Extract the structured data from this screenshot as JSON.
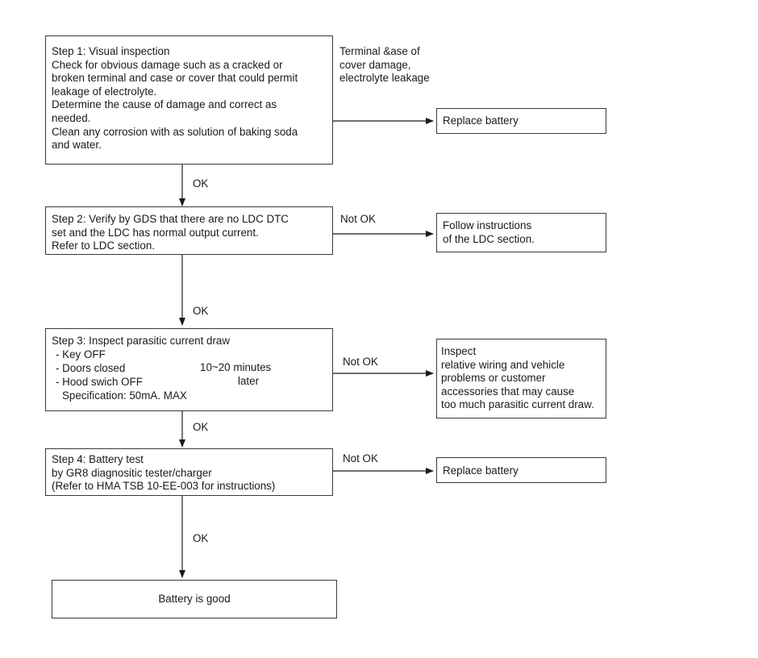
{
  "step1": {
    "lines": [
      "Step 1: Visual inspection",
      "Check for obvious damage such as a cracked or",
      "broken terminal and case or cover that could permit",
      "leakage of electrolyte.",
      "Determine the cause of damage and correct as",
      "needed.",
      "Clean any corrosion with as solution of baking soda",
      "and water."
    ],
    "side_label": [
      "Terminal  &ase of",
      "cover damage,",
      "electrolyte leakage"
    ],
    "result": "Replace battery",
    "down_label": "OK"
  },
  "step2": {
    "lines": [
      "Step 2: Verify by GDS that there are no LDC DTC",
      "set and the LDC has normal output current.",
      "Refer to LDC section."
    ],
    "side_label": "Not OK",
    "result": [
      "Follow instructions",
      "of the LDC section."
    ],
    "down_label": "OK"
  },
  "step3": {
    "title": "Step 3: Inspect parasitic current draw",
    "conditions": [
      "- Key OFF",
      "- Doors closed",
      "- Hood swich OFF"
    ],
    "timing": [
      "10~20 minutes",
      "later"
    ],
    "spec": "Specification: 50mA. MAX",
    "side_label": "Not OK",
    "result": [
      "Inspect",
      "relative wiring and vehicle",
      "problems or customer",
      "accessories that may cause",
      "too much parasitic current draw."
    ],
    "down_label": "OK"
  },
  "step4": {
    "lines": [
      "Step 4: Battery test",
      "by GR8 diagnositic tester/charger",
      "(Refer to HMA TSB 10-EE-003 for instructions)"
    ],
    "side_label": "Not OK",
    "result": "Replace battery",
    "down_label": "OK"
  },
  "final": {
    "label": "Battery is good"
  }
}
